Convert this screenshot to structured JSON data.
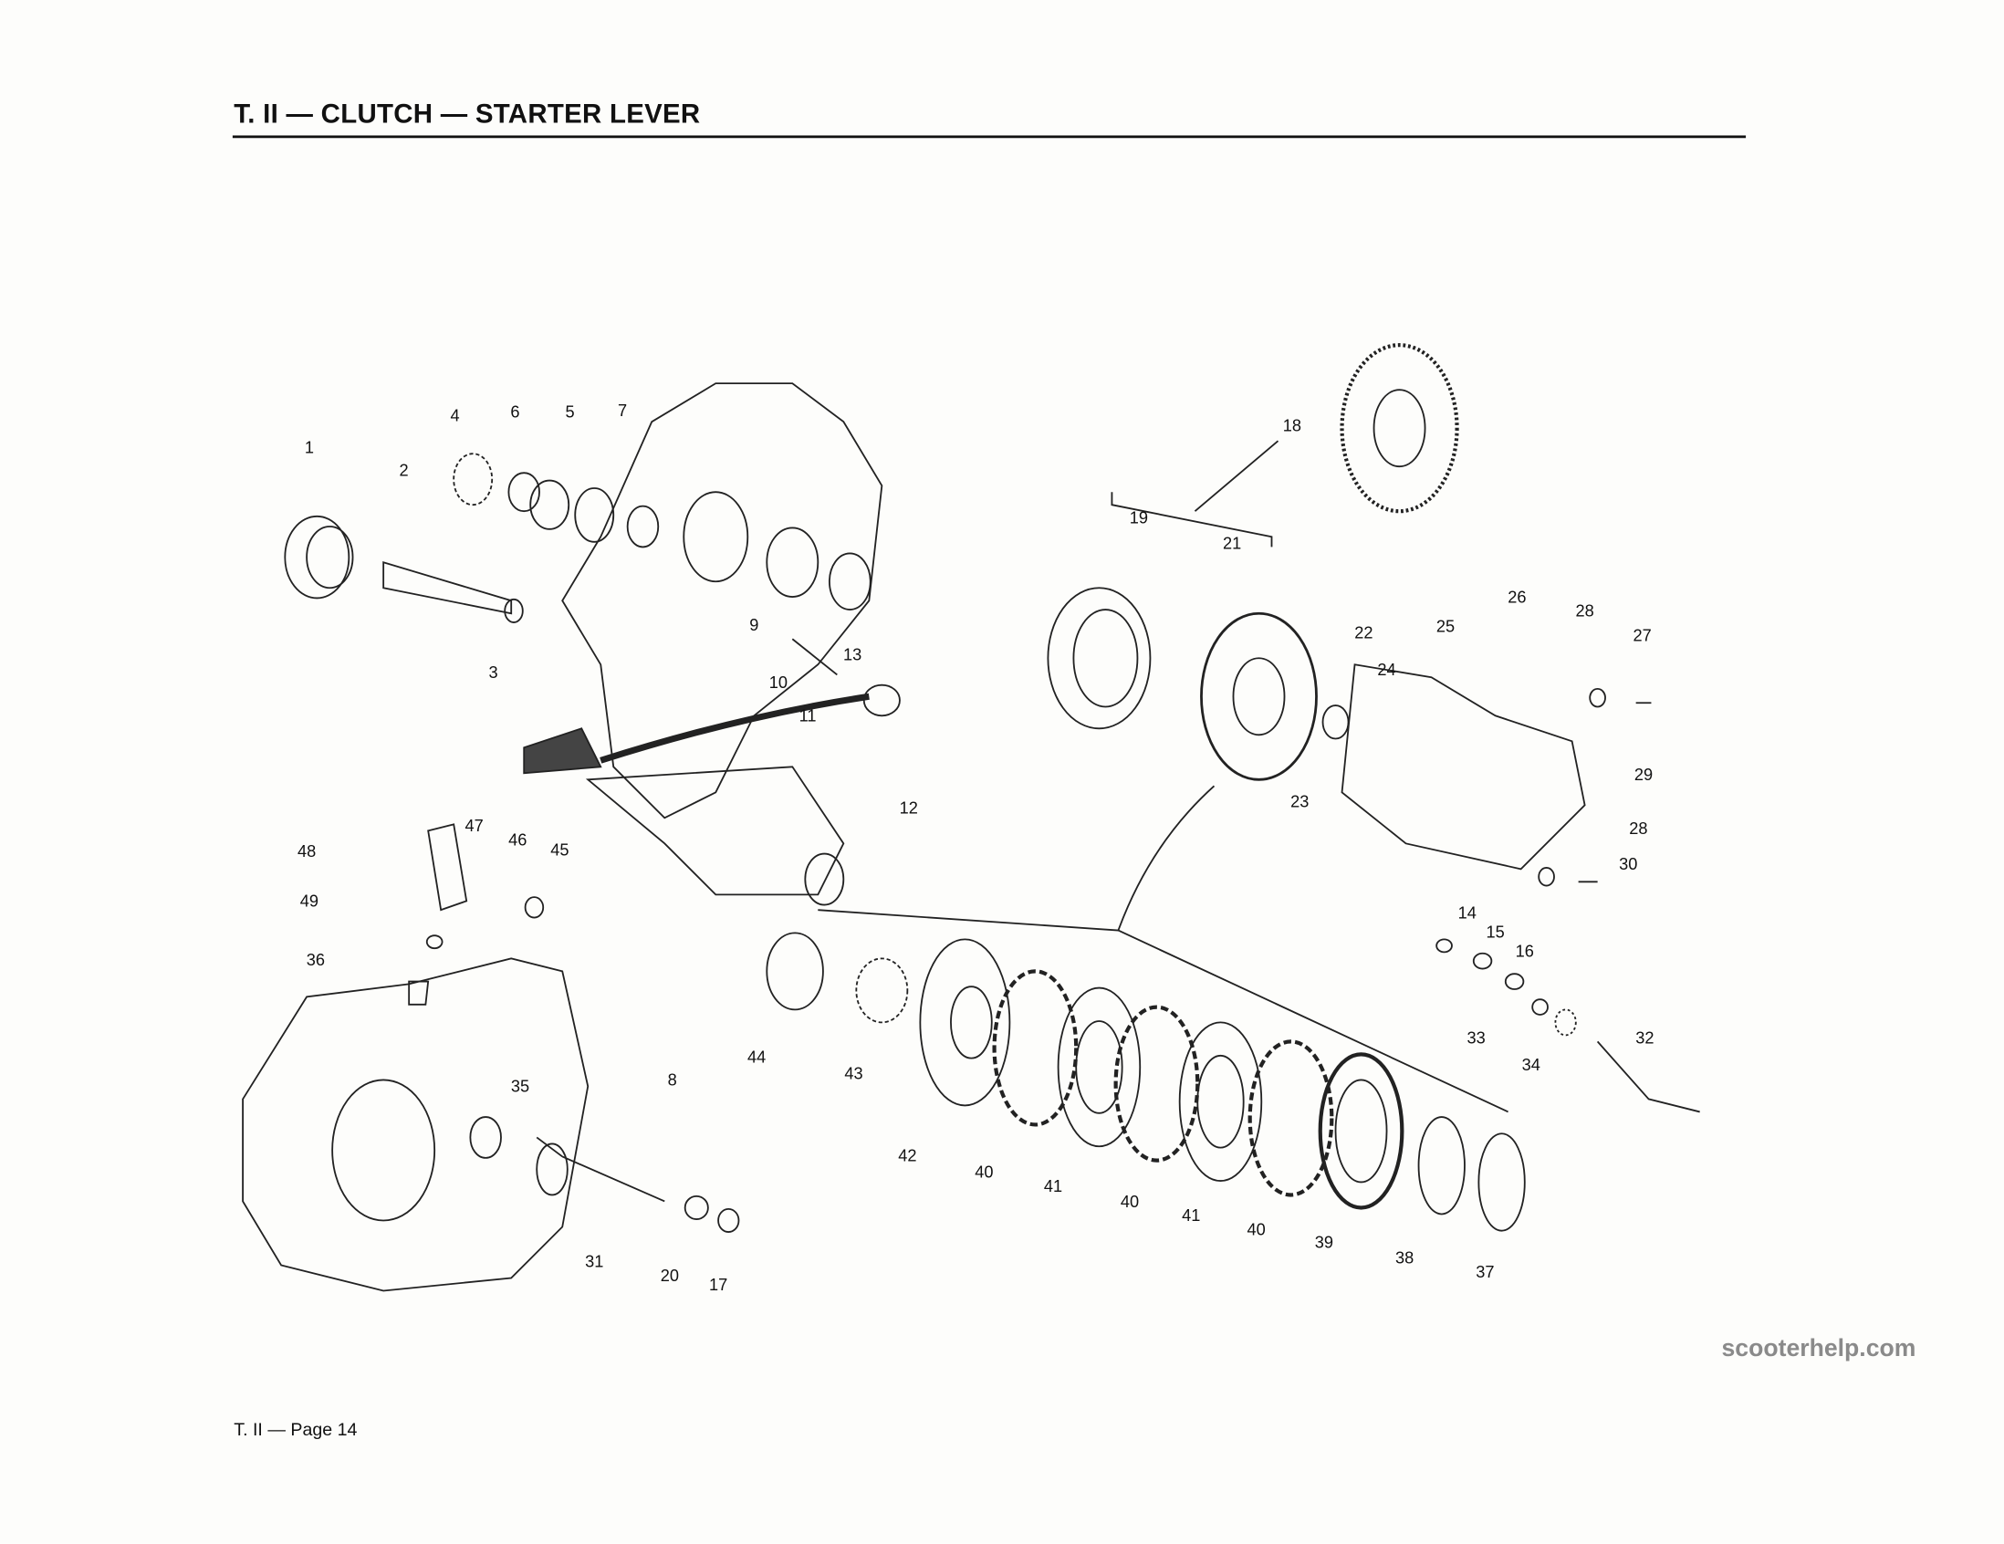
{
  "header": {
    "title": "T. II — CLUTCH — STARTER LEVER"
  },
  "footer": {
    "page_label": "T. II — Page 14"
  },
  "watermark": {
    "text": "scooterhelp.com"
  },
  "part_labels": [
    "1",
    "2",
    "3",
    "4",
    "6",
    "5",
    "7",
    "9",
    "10",
    "11",
    "13",
    "12",
    "18",
    "19",
    "21",
    "22",
    "24",
    "25",
    "26",
    "28",
    "27",
    "23",
    "29",
    "28",
    "30",
    "14",
    "15",
    "16",
    "33",
    "34",
    "32",
    "48",
    "47",
    "46",
    "45",
    "49",
    "36",
    "35",
    "8",
    "31",
    "20",
    "17",
    "44",
    "43",
    "42",
    "40",
    "41",
    "40",
    "41",
    "40",
    "39",
    "38",
    "37"
  ]
}
